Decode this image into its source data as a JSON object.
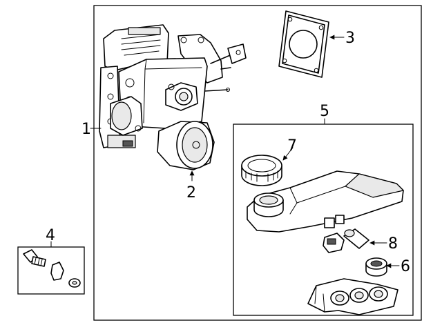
{
  "callouts": {
    "c1": "1",
    "c2": "2",
    "c3": "3",
    "c4": "4",
    "c5": "5",
    "c6": "6",
    "c7": "7",
    "c8": "8"
  },
  "colors": {
    "line": "#000000",
    "background": "#ffffff",
    "shade": "#e9e9e9"
  }
}
